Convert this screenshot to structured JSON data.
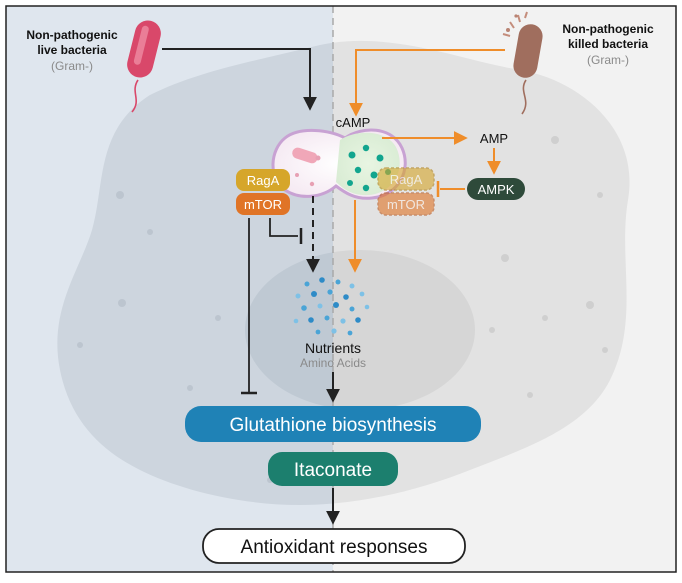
{
  "left_bacteria": {
    "line1": "Non-pathogenic",
    "line2": "live bacteria",
    "gram": "(Gram-)"
  },
  "right_bacteria": {
    "line1": "Non-pathogenic",
    "line2": "killed bacteria",
    "gram": "(Gram-)"
  },
  "signals": {
    "camp": "cAMP",
    "amp": "AMP",
    "ampk": "AMPK"
  },
  "complex_active": {
    "raga": "RagA",
    "mtor": "mTOR"
  },
  "complex_inactive": {
    "raga": "RagA",
    "mtor": "mTOR"
  },
  "nutrients": {
    "title": "Nutrients",
    "subtitle": "Amino Acids"
  },
  "outputs": {
    "glutathione": "Glutathione biosynthesis",
    "itaconate": "Itaconate",
    "antioxidant": "Antioxidant responses"
  },
  "colors": {
    "left_panel": "#dfe6ee",
    "right_panel": "#f2f2f2",
    "orange_arrow": "#ef8d2a",
    "raga": "#d6a62a",
    "mtor": "#e07426",
    "ampk": "#2e4a3a",
    "glutathione": "#1f82b6",
    "itaconate": "#1c7f6e",
    "live_bacterium": "#d9486a",
    "killed_bacterium": "#a06e5e"
  },
  "icons": [
    "live-bacterium-icon",
    "killed-bacterium-icon",
    "lysosome-icon",
    "nutrient-dots-icon",
    "cell-outline-icon"
  ]
}
